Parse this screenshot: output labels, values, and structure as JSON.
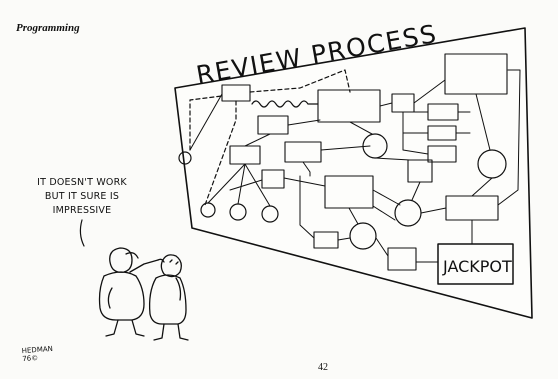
{
  "header": {
    "title": "Programming"
  },
  "board": {
    "title": "REVIEW PROCESS",
    "goal_label": "JACKPOT"
  },
  "speech": {
    "lines": [
      "IT DOESN'T WORK",
      "BUT IT SURE IS",
      "IMPRESSIVE"
    ]
  },
  "signature": {
    "name": "HEDMAN",
    "year": "76©"
  },
  "footer": {
    "page_number": "42"
  }
}
